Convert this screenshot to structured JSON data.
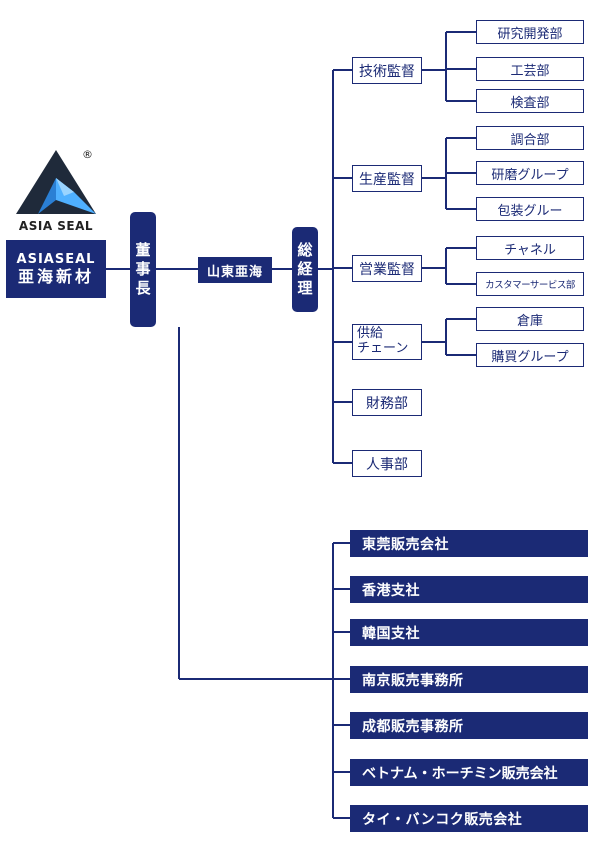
{
  "logo": {
    "tagline": "ASIA SEAL",
    "registered_mark": "®"
  },
  "company": {
    "name_en": "ASIASEAL",
    "name_ja": "亜海新材"
  },
  "chairman": {
    "chars": [
      "董",
      "事",
      "長"
    ]
  },
  "subsidiary": {
    "name": "山東亜海"
  },
  "gm": {
    "chars": [
      "総",
      "経",
      "理"
    ]
  },
  "departments": [
    {
      "label": "技術監督",
      "children": [
        "研究開発部",
        "工芸部",
        "検査部"
      ]
    },
    {
      "label": "生産監督",
      "children": [
        "調合部",
        "研磨グループ",
        "包装グルー"
      ]
    },
    {
      "label": "営業監督",
      "children": [
        "チャネル",
        "カスタマーサービス部"
      ]
    },
    {
      "label_lines": [
        "供給",
        "チェーン"
      ],
      "children": [
        "倉庫",
        "購買グループ"
      ]
    },
    {
      "label": "財務部",
      "children": []
    },
    {
      "label": "人事部",
      "children": []
    }
  ],
  "branches": [
    "東莞販売会社",
    "香港支社",
    "韓国支社",
    "南京販売事務所",
    "成都販売事務所",
    "ベトナム・ホーチミン販売会社",
    "タイ・バンコク販売会社"
  ],
  "colors": {
    "navy": "#1b2a75",
    "logo_blue": "#2a7fd4",
    "logo_dark": "#1f2a3a"
  }
}
